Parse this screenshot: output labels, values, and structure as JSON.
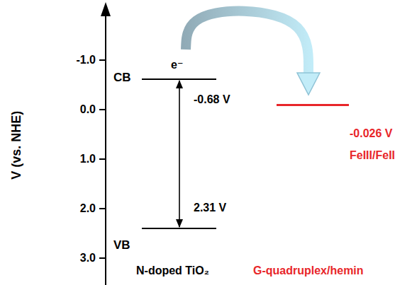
{
  "diagram": {
    "nodes": [
      {
        "text": [
          "CB",
          "e⁻",
          "-0.68 V"
        ]
      },
      {
        "text": [
          "VB",
          "2.31 V"
        ]
      },
      {
        "text": [
          "-0.026 V",
          "FeIII/FeII"
        ]
      }
    ],
    "edges": [
      {
        "from": 0,
        "to": 2,
        "arrow": "to"
      },
      {
        "from": 0,
        "to": 1,
        "arrow": "both"
      }
    ],
    "labels": [
      "V (vs. NHE)",
      "-1.0",
      "0.0",
      "1.0",
      "2.0",
      "3.0",
      "N-doped TiO₂",
      "G-quadruplex/hemin"
    ]
  }
}
